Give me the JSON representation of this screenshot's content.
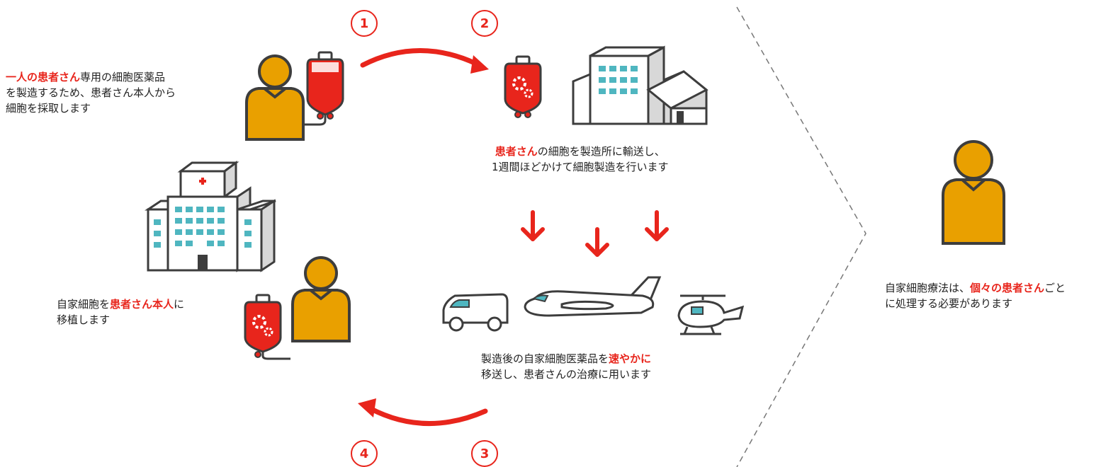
{
  "steps": [
    "1",
    "2",
    "3",
    "4"
  ],
  "step1": {
    "hl": "一人の患者さん",
    "line1_rest": "専用の細胞医薬品",
    "line2": "を製造するため、患者さん本人から",
    "line3": "細胞を採取します"
  },
  "step2": {
    "hl": "患者さん",
    "line1_rest": "の細胞を製造所に輸送し、",
    "line2": "1週間ほどかけて細胞製造を行います"
  },
  "step3": {
    "line1_pre": "製造後の自家細胞医薬品を",
    "hl": "速やかに",
    "line2": "移送し、患者さんの治療に用います"
  },
  "step4": {
    "line1_pre": "自家細胞を",
    "hl": "患者さん本人",
    "line1_post": "に",
    "line2": "移植します"
  },
  "summary": {
    "line1_pre": "自家細胞療法は、",
    "hl": "個々の患者さん",
    "line1_post": "ごと",
    "line2": "に処理する必要があります"
  },
  "colors": {
    "accent": "#e8251c",
    "person": "#e9a000",
    "outline": "#3d3d3d",
    "window": "#4fb6c0"
  }
}
